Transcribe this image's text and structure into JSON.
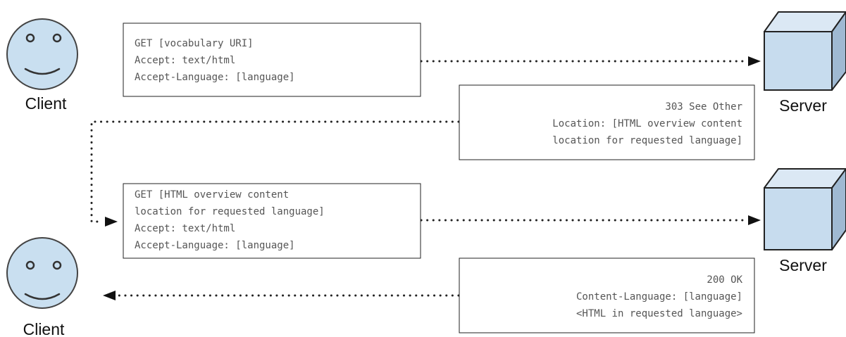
{
  "colors": {
    "face_fill": "#c9dff0",
    "face_stroke": "#444444",
    "server_front": "#c7dcee",
    "server_top": "#dbe8f4",
    "server_side": "#9fb9d2",
    "server_stroke": "#222222"
  },
  "client_top": {
    "label": "Client",
    "icon": "smiley-face-icon"
  },
  "client_bottom": {
    "label": "Client",
    "icon": "smiley-face-icon"
  },
  "server_top": {
    "label": "Server",
    "icon": "cube-server-icon"
  },
  "server_bottom": {
    "label": "Server",
    "icon": "cube-server-icon"
  },
  "messages": {
    "request1": [
      "GET [vocabulary URI]",
      "Accept: text/html",
      "Accept-Language: [language]"
    ],
    "response1": [
      "303 See Other",
      "Location: [HTML overview content",
      "location for requested language]"
    ],
    "request2": [
      "GET [HTML overview content",
      "location for requested language]",
      "Accept: text/html",
      "Accept-Language: [language]"
    ],
    "response2": [
      "200 OK",
      "Content-Language: [language]",
      "<HTML in requested language>"
    ]
  }
}
